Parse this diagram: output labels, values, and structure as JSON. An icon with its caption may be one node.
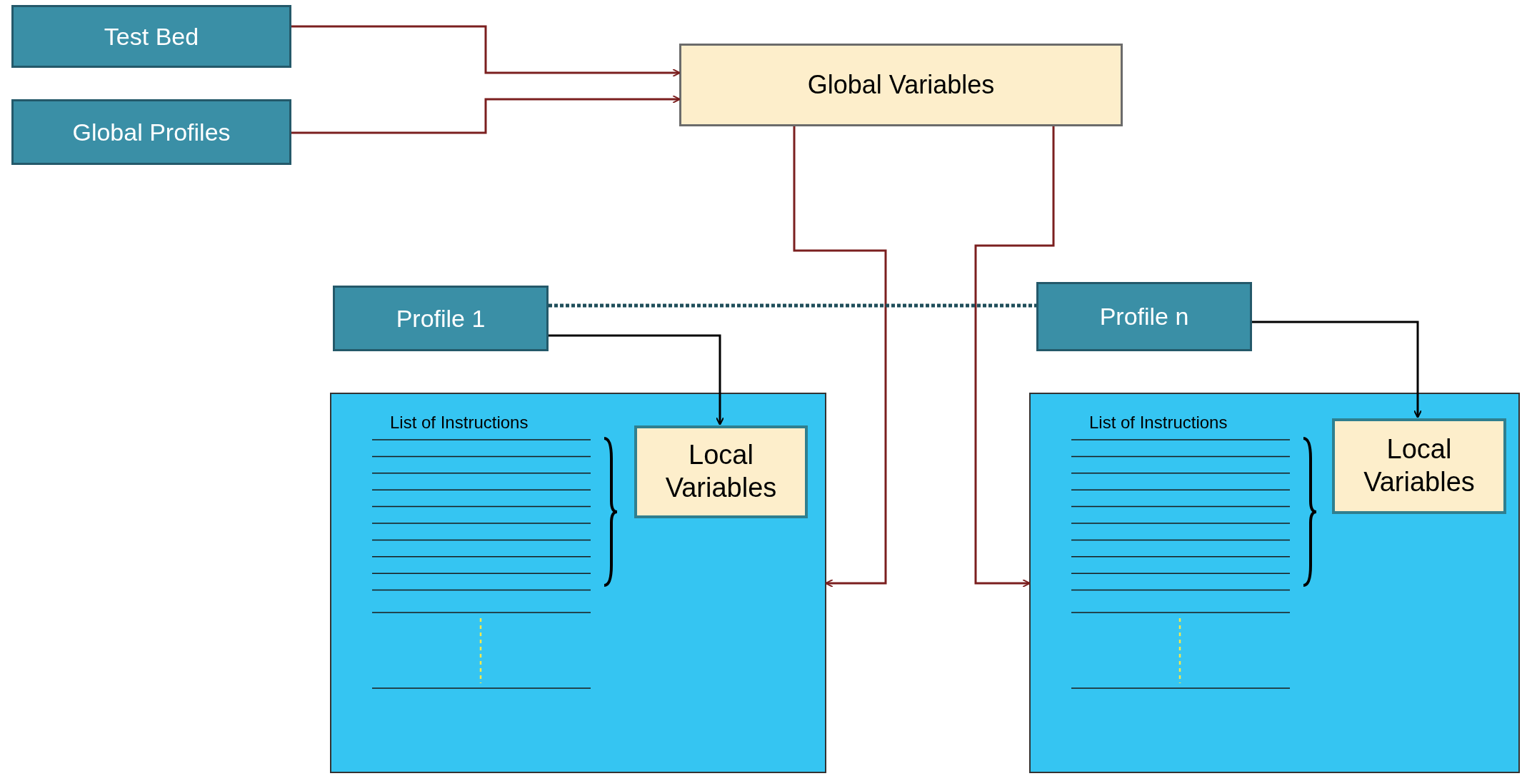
{
  "diagram": {
    "nodes": [
      {
        "text": [
          "Test Bed"
        ]
      },
      {
        "text": [
          "Global Profiles"
        ]
      },
      {
        "text": [
          "Global Variables"
        ]
      },
      {
        "text": [
          "Profile 1"
        ]
      },
      {
        "text": [
          "Profile n"
        ]
      },
      {
        "text": [
          "List of Instructions"
        ]
      },
      {
        "text": [
          "Local Variables"
        ],
        "in": 5
      },
      {
        "text": [
          "List of Instructions"
        ]
      },
      {
        "text": [
          "Local Variables"
        ],
        "in": 7
      }
    ],
    "edges": [
      {
        "from": 0,
        "to": 2,
        "arrow": "to"
      },
      {
        "from": 1,
        "to": 2,
        "arrow": "to"
      },
      {
        "from": 2,
        "to": 5,
        "arrow": "to"
      },
      {
        "from": 2,
        "to": 7,
        "arrow": "to"
      },
      {
        "from": 3,
        "to": 4,
        "arrow": "none",
        "style": "dashed",
        "color": "#1f4e5a"
      },
      {
        "from": 3,
        "to": 6,
        "arrow": "to",
        "color": "#000000"
      },
      {
        "from": 4,
        "to": 8,
        "arrow": "to",
        "color": "#000000"
      }
    ]
  }
}
